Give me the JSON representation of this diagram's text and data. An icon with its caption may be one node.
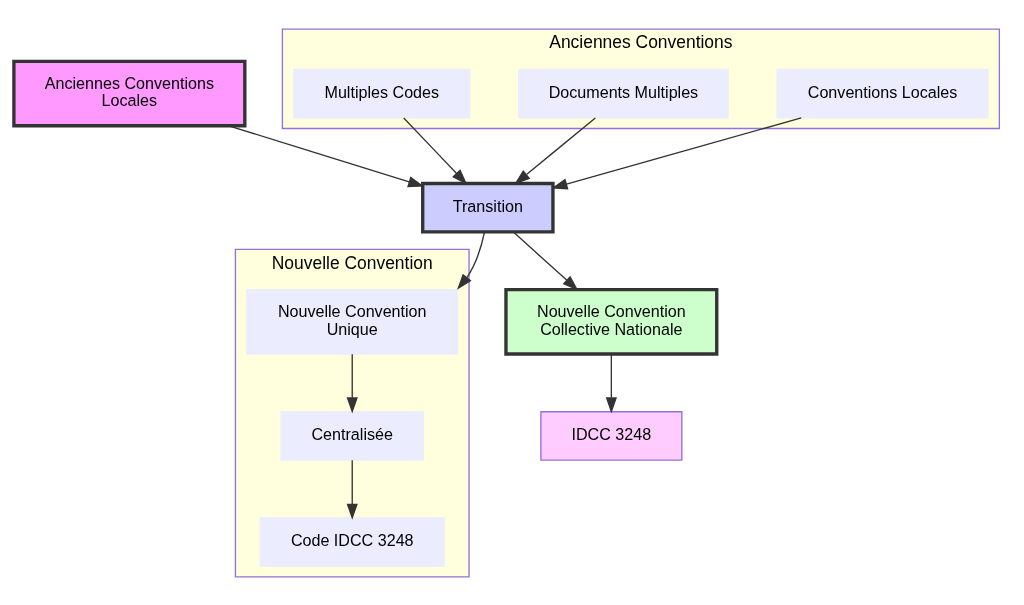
{
  "diagram": {
    "nodes": [
      {
        "text": [
          "Anciennes Conventions Locales"
        ]
      },
      {
        "text": [
          "Anciennes Conventions"
        ]
      },
      {
        "text": [
          "Conventions Locales"
        ],
        "in": 1
      },
      {
        "text": [
          "Documents Multiples"
        ],
        "in": 1
      },
      {
        "text": [
          "Multiples Codes"
        ],
        "in": 1
      },
      {
        "text": [
          "Transition"
        ]
      },
      {
        "text": [
          "Nouvelle Convention"
        ]
      },
      {
        "text": [
          "Nouvelle Convention Unique"
        ],
        "in": 6
      },
      {
        "text": [
          "Centralisée"
        ],
        "in": 6
      },
      {
        "text": [
          "Code IDCC 3248"
        ],
        "in": 6
      },
      {
        "text": [
          "Nouvelle Convention Collective Nationale"
        ]
      },
      {
        "text": [
          "IDCC 3248"
        ]
      }
    ],
    "edges": [
      {
        "from": 0,
        "to": 5,
        "arrow": "to"
      },
      {
        "from": 2,
        "to": 5,
        "arrow": "to"
      },
      {
        "from": 3,
        "to": 5,
        "arrow": "to"
      },
      {
        "from": 4,
        "to": 5,
        "arrow": "to"
      },
      {
        "from": 5,
        "to": 7,
        "arrow": "to"
      },
      {
        "from": 5,
        "to": 10,
        "arrow": "to"
      },
      {
        "from": 7,
        "to": 8,
        "arrow": "to"
      },
      {
        "from": 8,
        "to": 9,
        "arrow": "to"
      },
      {
        "from": 10,
        "to": 11,
        "arrow": "to"
      }
    ]
  }
}
